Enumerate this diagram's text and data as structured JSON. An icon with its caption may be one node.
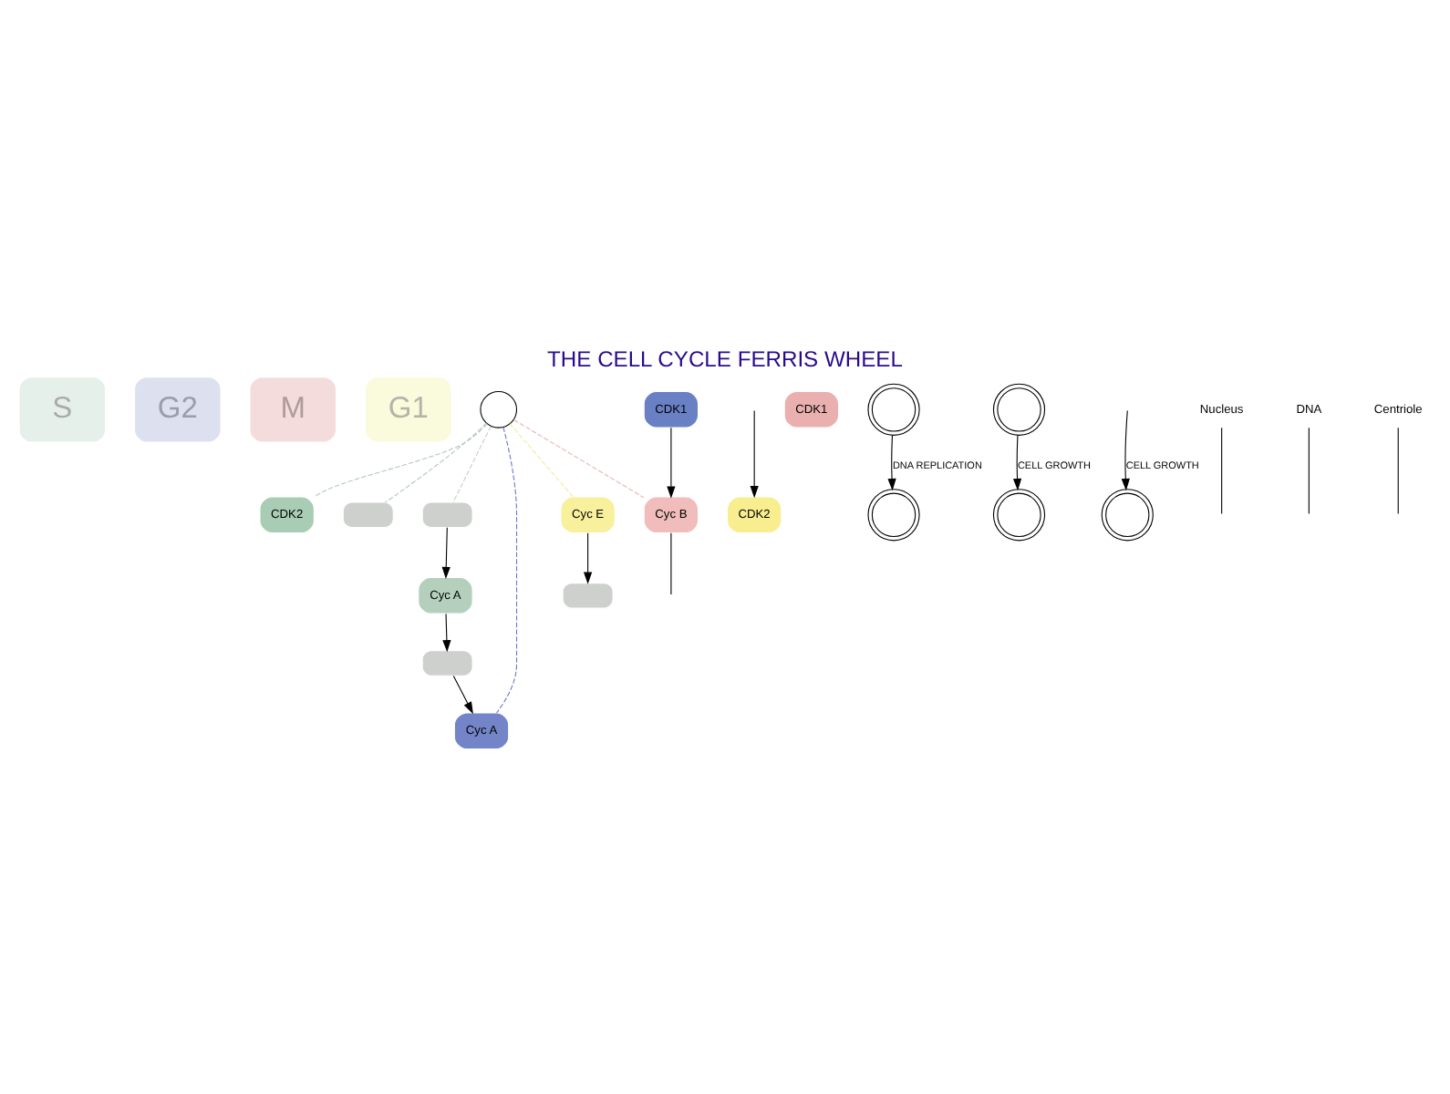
{
  "diagram": {
    "title": "THE CELL CYCLE FERRIS WHEEL",
    "nodes": [
      {
        "text": [
          "S"
        ]
      },
      {
        "text": [
          "G2"
        ]
      },
      {
        "text": [
          "M"
        ]
      },
      {
        "text": [
          "G1"
        ]
      },
      {
        "text": [],
        "shape": "circle"
      },
      {
        "text": [
          "Cyc A"
        ]
      },
      {
        "text": [
          "CDK2"
        ]
      },
      {
        "text": [],
        "shape": "box"
      },
      {
        "text": [],
        "shape": "box"
      },
      {
        "text": [],
        "shape": "box"
      },
      {
        "text": [],
        "shape": "box"
      },
      {
        "text": [
          "Cyc A"
        ]
      },
      {
        "text": [
          "CDK1"
        ]
      },
      {
        "text": [
          "Cyc E"
        ]
      },
      {
        "text": [
          "CDK2"
        ]
      },
      {
        "text": [
          "Cyc B"
        ]
      },
      {
        "text": [
          "CDK1"
        ]
      },
      {
        "text": [],
        "shape": "picture"
      },
      {
        "text": [],
        "shape": "picture"
      },
      {
        "text": [],
        "shape": "picture"
      },
      {
        "text": [],
        "shape": "picture"
      },
      {
        "text": [],
        "shape": "picture"
      },
      {
        "text": [
          "Nucleus"
        ]
      },
      {
        "text": [
          "DNA"
        ]
      },
      {
        "text": [
          "Centriole"
        ]
      }
    ],
    "edges": [
      {
        "from": 9,
        "to": 5,
        "arrow": "to"
      },
      {
        "from": 5,
        "to": 7,
        "arrow": "to"
      },
      {
        "from": 7,
        "to": 11,
        "arrow": "to"
      },
      {
        "from": 12,
        "to": 15,
        "arrow": "to"
      },
      {
        "from": 13,
        "to": 10,
        "arrow": "to"
      },
      {
        "from": null,
        "to": 14,
        "arrow": "to"
      },
      {
        "from": 15,
        "to": null,
        "arrow": "none"
      },
      {
        "from": 17,
        "to": 18,
        "arrow": "to",
        "label": "DNA REPLICATION"
      },
      {
        "from": 19,
        "to": 20,
        "arrow": "to",
        "label": "CELL GROWTH"
      },
      {
        "from": null,
        "to": 21,
        "arrow": "to",
        "label": "CELL GROWTH"
      },
      {
        "from": 22,
        "to": null,
        "arrow": "none"
      },
      {
        "from": 23,
        "to": null,
        "arrow": "none"
      },
      {
        "from": 24,
        "to": null,
        "arrow": "none"
      },
      {
        "from": 4,
        "to": 9,
        "arrow": "none",
        "style": "dashed",
        "color": "#c8ccc8"
      },
      {
        "from": 4,
        "to": 6,
        "arrow": "none",
        "style": "dashed",
        "color": "#b4c8bc"
      },
      {
        "from": 4,
        "to": 8,
        "arrow": "none",
        "style": "dashed",
        "color": "#b4c8bc"
      },
      {
        "from": 4,
        "to": 11,
        "arrow": "none",
        "style": "dashed",
        "color": "#6a78cc"
      },
      {
        "from": 4,
        "to": 15,
        "arrow": "none",
        "style": "dashed",
        "color": "#e8b4b4"
      },
      {
        "from": 4,
        "to": 13,
        "arrow": "none",
        "style": "dashed",
        "color": "#f0ec98"
      }
    ]
  }
}
